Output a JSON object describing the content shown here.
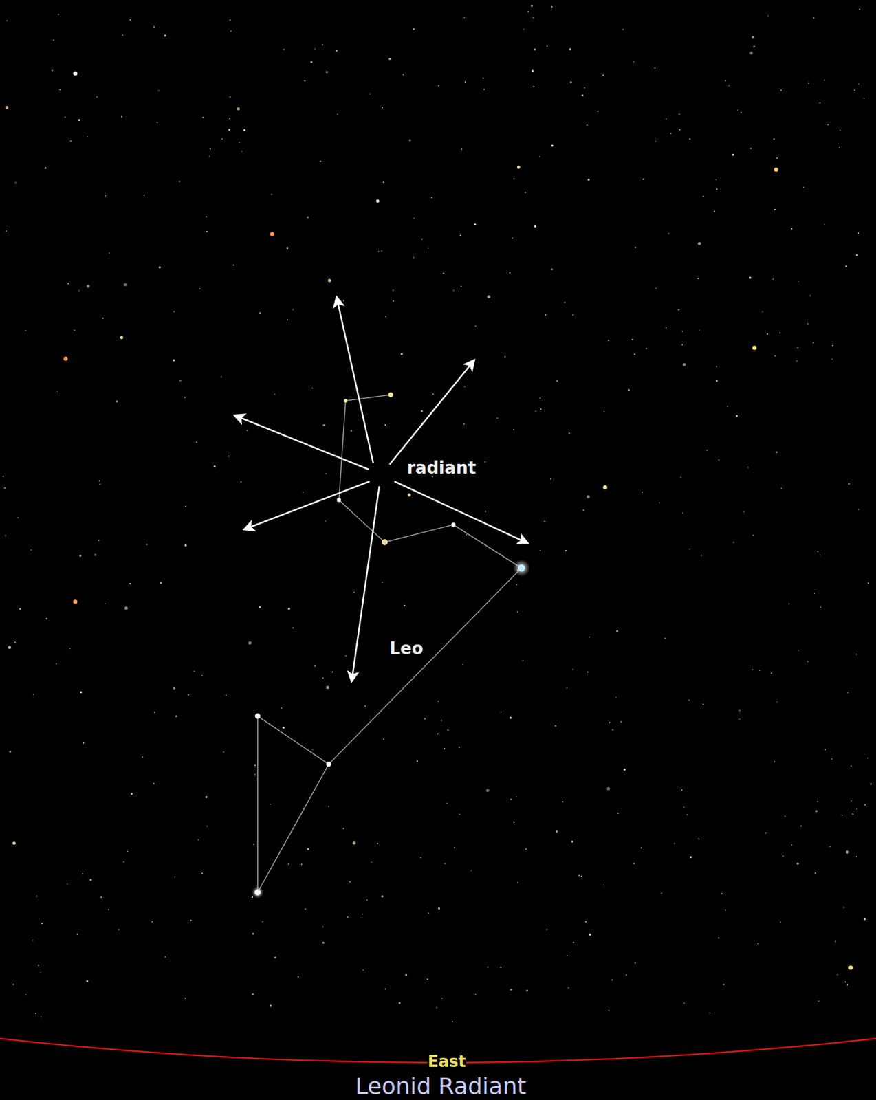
{
  "diagram": {
    "caption": "Leonid Radiant",
    "labels": [
      "radiant",
      "Leo",
      "East"
    ]
  }
}
